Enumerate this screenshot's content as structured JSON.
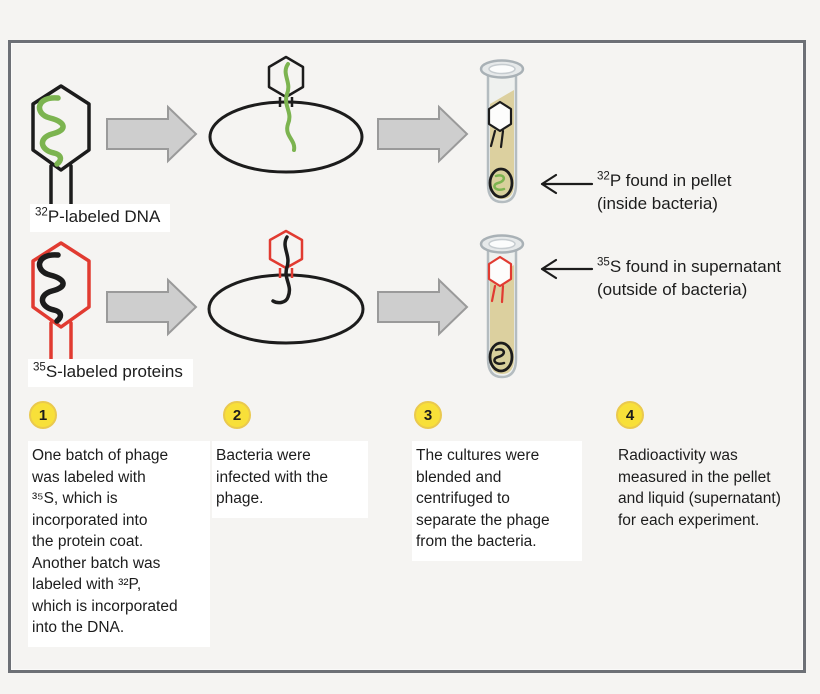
{
  "colors": {
    "frame_border": "#6d7076",
    "background": "#f5f4f2",
    "label_background": "#ffffff",
    "step_circle_yellow": "#f8e039",
    "step_circle_border": "#eac94e",
    "dna_green": "#7cb450",
    "protein_red": "#e13b31",
    "ink_black": "#1c1c1c",
    "arrow_fill": "#cecece",
    "arrow_stroke": "#9a9a9a",
    "liquid_tan": "#dcd09f"
  },
  "rows": [
    {
      "isotope": "32",
      "label_text": "P-labeled DNA",
      "result_isotope": "32",
      "result_text": "P found in pellet",
      "result_note": "(inside bacteria)"
    },
    {
      "isotope": "35",
      "label_text": "S-labeled proteins",
      "result_isotope": "35",
      "result_text": "S found in supernatant",
      "result_note": "(outside of bacteria)"
    }
  ],
  "steps": [
    {
      "number": "1",
      "text": "One batch of phage\nwas labeled with\n³⁵S, which is\nincorporated into\nthe protein coat.\nAnother batch was\nlabeled with ³²P,\nwhich is incorporated\ninto the DNA."
    },
    {
      "number": "2",
      "text": "Bacteria were\ninfected with the\nphage."
    },
    {
      "number": "3",
      "text": "The cultures were\nblended and\ncentrifuged to\nseparate the phage\nfrom the bacteria."
    },
    {
      "number": "4",
      "text": "Radioactivity was\nmeasured in the pellet\nand liquid (supernatant)\nfor each experiment."
    }
  ]
}
